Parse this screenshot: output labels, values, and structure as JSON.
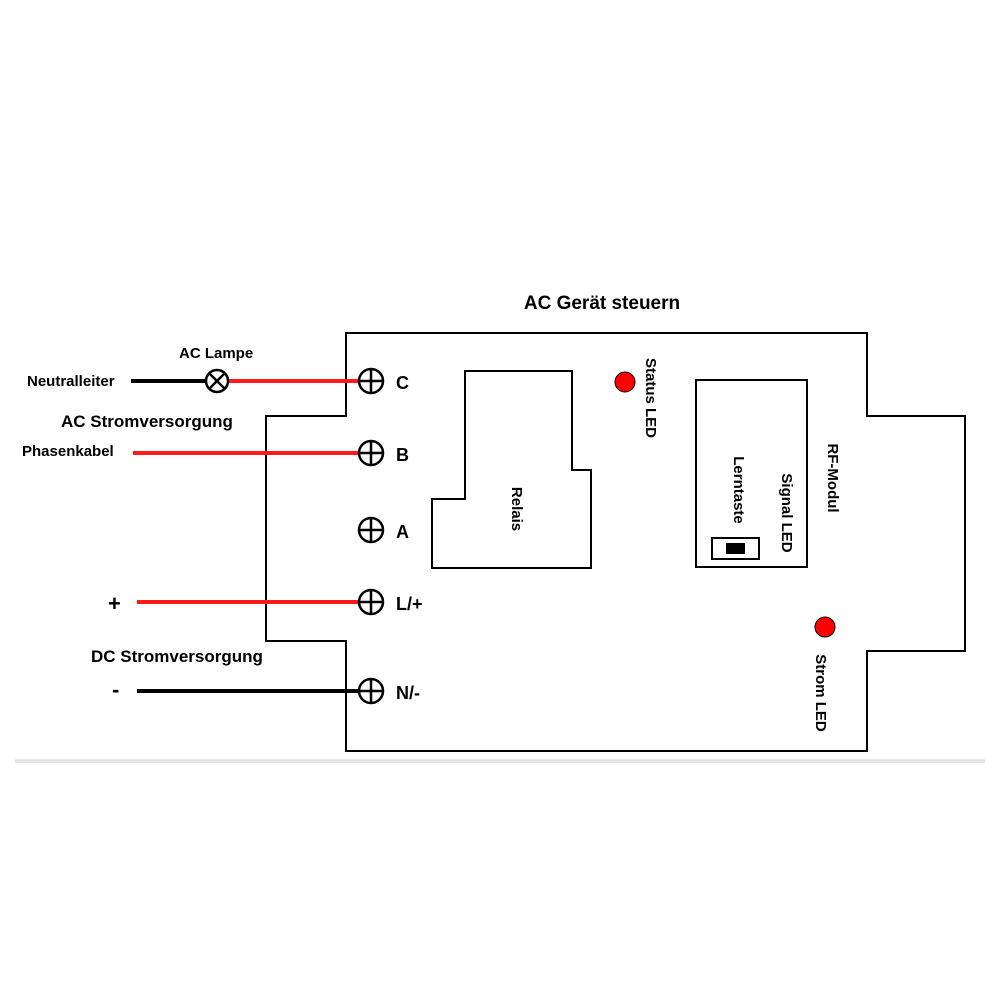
{
  "diagram": {
    "title": "AC Gerät steuern",
    "left_labels": {
      "neutral": "Neutralleiter",
      "lamp": "AC Lampe",
      "ac_supply": "AC Stromversorgung",
      "phase": "Phasenkabel",
      "plus": "+",
      "dc_supply": "DC Stromversorgung",
      "minus": "-"
    },
    "terminals": [
      "C",
      "B",
      "A",
      "L/+",
      "N/-"
    ],
    "components": {
      "relay": "Relais",
      "status_led": "Status LED",
      "rf_module": "RF-Modul",
      "learn_button": "Lerntaste",
      "signal_led": "Signal LED",
      "power_led": "Strom LED"
    },
    "colors": {
      "wire_live": "#ff1a1a",
      "wire_neutral": "#000000",
      "led": "#ff0000",
      "outline": "#000000"
    }
  }
}
